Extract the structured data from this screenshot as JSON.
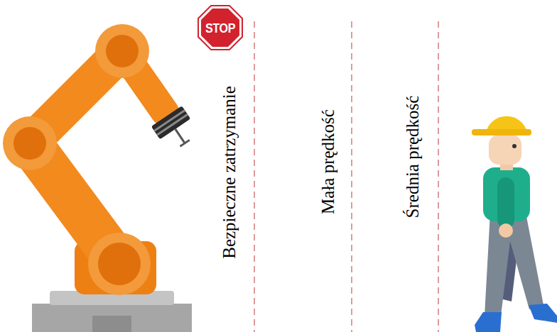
{
  "diagram": {
    "labels": [
      "STOP",
      "Bezpieczne zatrzymanie",
      "Mała prędkość",
      "Średnia prędkość"
    ]
  }
}
